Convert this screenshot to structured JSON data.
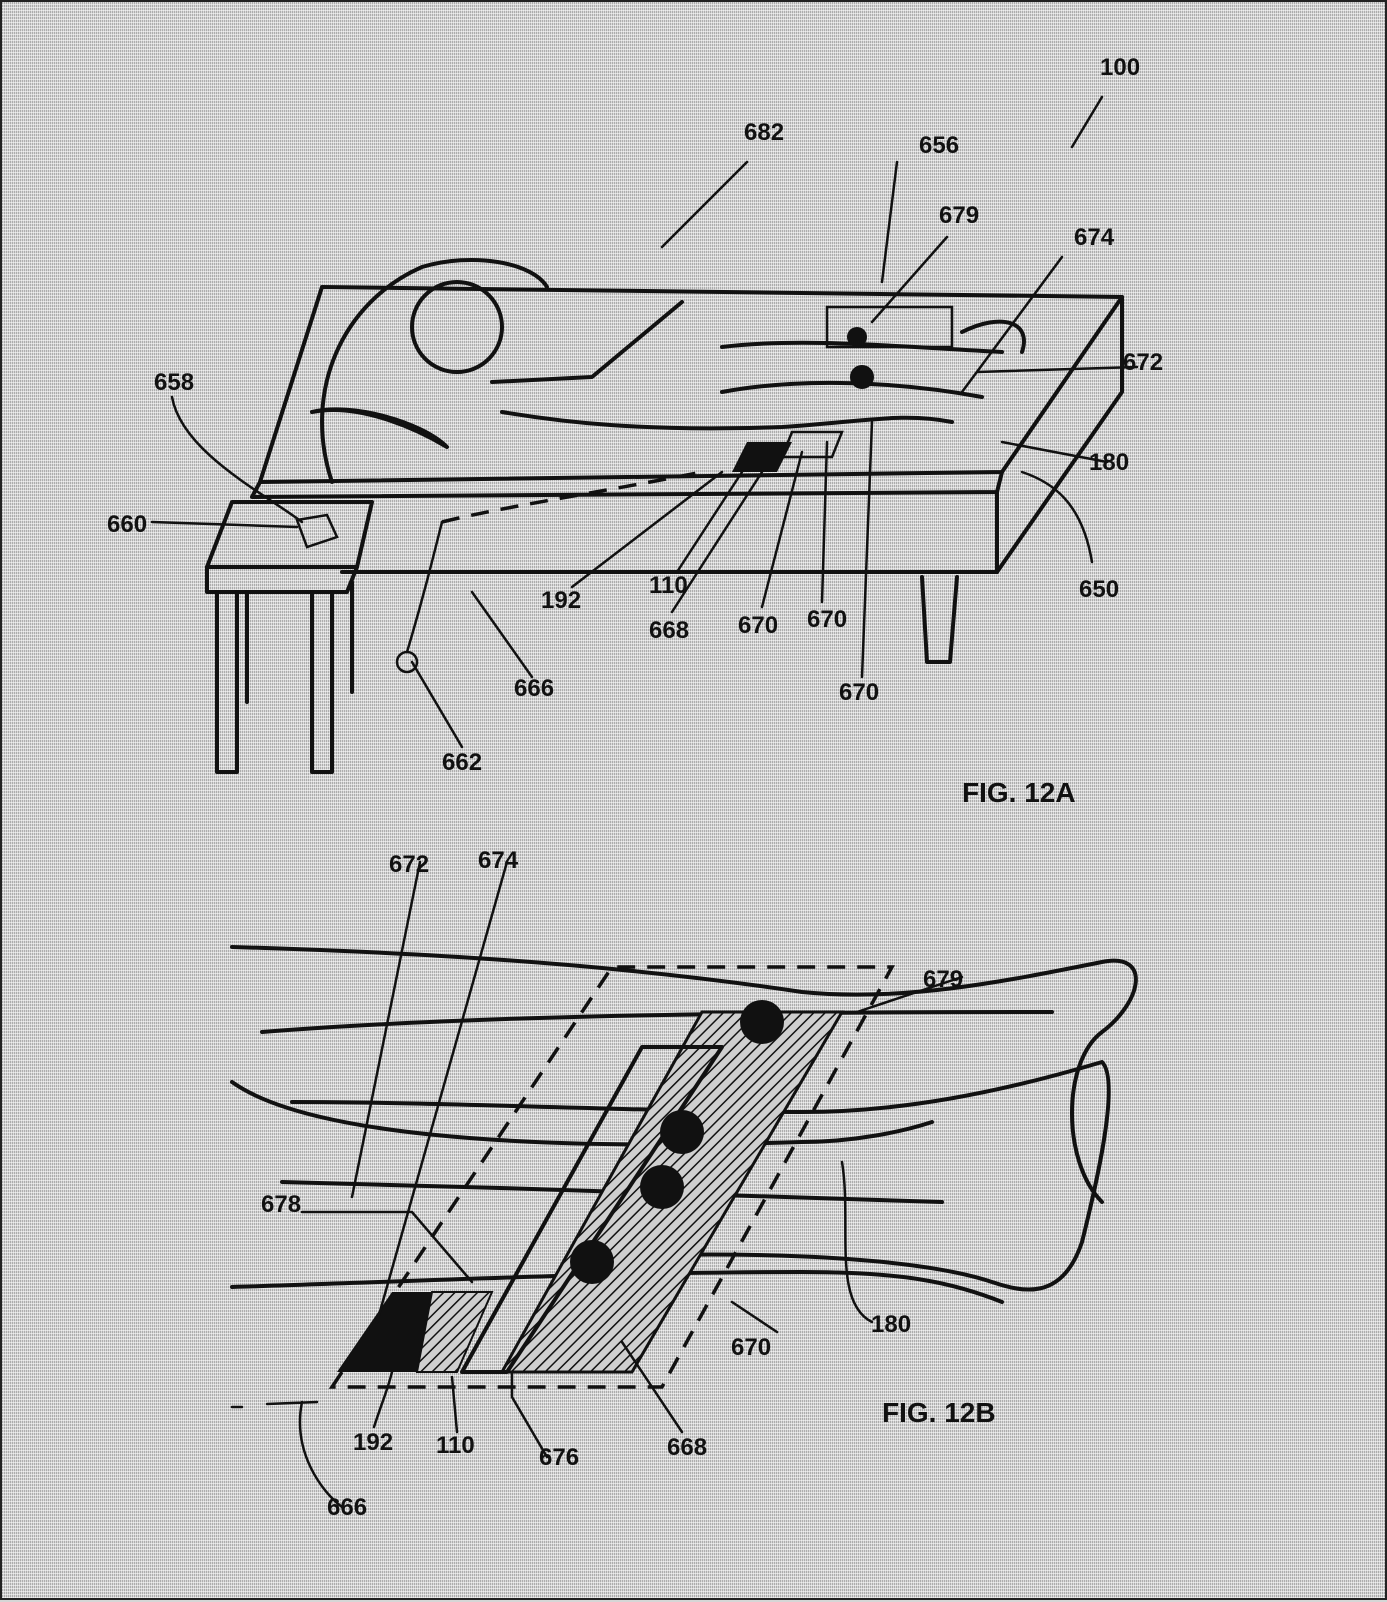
{
  "fig12a": {
    "caption": "FIG. 12A",
    "labels": {
      "l100": "100",
      "l682": "682",
      "l656": "656",
      "l679": "679",
      "l674": "674",
      "l672": "672",
      "l658": "658",
      "l660": "660",
      "l180": "180",
      "l650": "650",
      "l192": "192",
      "l110": "110",
      "l668": "668",
      "l670a": "670",
      "l670b": "670",
      "l670c": "670",
      "l666": "666",
      "l662": "662"
    }
  },
  "fig12b": {
    "caption": "FIG. 12B",
    "labels": {
      "l672": "672",
      "l674": "674",
      "l679": "679",
      "l678": "678",
      "l180": "180",
      "l670": "670",
      "l192": "192",
      "l110": "110",
      "l676": "676",
      "l668": "668",
      "l666": "666"
    }
  }
}
